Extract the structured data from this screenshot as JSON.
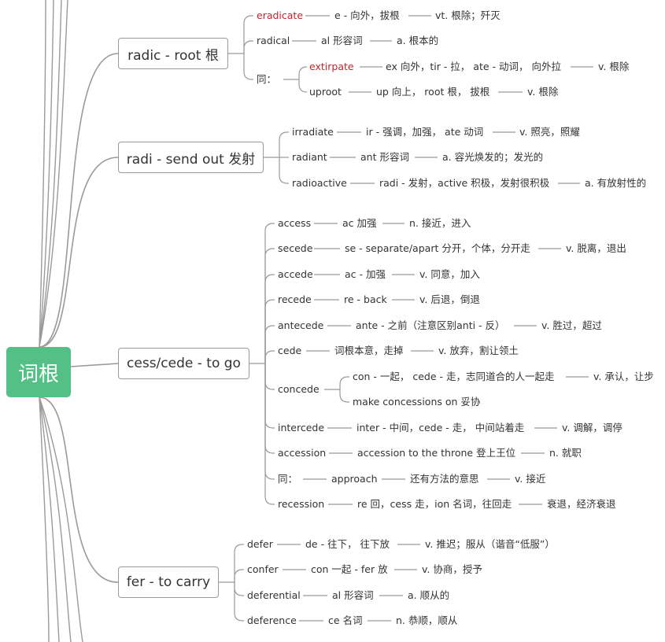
{
  "root": {
    "label": "词根"
  },
  "branches": [
    {
      "label": "radic - root 根",
      "items": [
        {
          "word": "eradicate",
          "highlight": true,
          "parts": [
            "e - 向外，拔根",
            "vt. 根除；歼灭"
          ]
        },
        {
          "word": "radical",
          "parts": [
            "al 形容词",
            "a. 根本的"
          ]
        },
        {
          "word": "同：",
          "children": [
            {
              "word": "extirpate",
              "highlight": true,
              "parts": [
                "ex 向外，tir - 拉， ate - 动词， 向外拉",
                "v. 根除"
              ]
            },
            {
              "word": "uproot",
              "parts": [
                "up 向上， root 根， 拔根",
                "v. 根除"
              ]
            }
          ]
        }
      ]
    },
    {
      "label": "radi - send out 发射",
      "items": [
        {
          "word": "irradiate",
          "parts": [
            "ir - 强调，加强， ate 动词",
            "v. 照亮，照耀"
          ]
        },
        {
          "word": "radiant",
          "parts": [
            "ant 形容词",
            "a. 容光焕发的；发光的"
          ]
        },
        {
          "word": "radioactive",
          "parts": [
            "radi - 发射，active 积极，发射很积极",
            "a. 有放射性的"
          ]
        }
      ]
    },
    {
      "label": "cess/cede - to go",
      "items": [
        {
          "word": "access",
          "parts": [
            "ac 加强",
            "n. 接近，进入"
          ]
        },
        {
          "word": "secede",
          "parts": [
            "se - separate/apart 分开，个体，分开走",
            "v. 脱离，退出"
          ]
        },
        {
          "word": "accede",
          "parts": [
            "ac - 加强",
            "v. 同意，加入"
          ]
        },
        {
          "word": "recede",
          "parts": [
            "re - back",
            "v. 后退，倒退"
          ]
        },
        {
          "word": "antecede",
          "parts": [
            "ante - 之前（注意区别anti - 反）",
            "v. 胜过，超过"
          ]
        },
        {
          "word": "cede",
          "parts": [
            "词根本意，走掉",
            "v. 放弃，割让领土"
          ]
        },
        {
          "word": "concede",
          "children": [
            {
              "text": "con - 一起， cede - 走，志同道合的人一起走",
              "tail": "v. 承认，让步"
            },
            {
              "text": "make concessions on 妥协"
            }
          ]
        },
        {
          "word": "intercede",
          "parts": [
            "inter - 中间，cede - 走， 中间站着走",
            "v. 调解，调停"
          ]
        },
        {
          "word": "accession",
          "parts": [
            "accession to the throne 登上王位",
            "n. 就职"
          ]
        },
        {
          "word": "同：",
          "parts": [
            "approach",
            "还有方法的意思",
            "v. 接近"
          ]
        },
        {
          "word": "recession",
          "parts": [
            "re 回，cess 走，ion 名词，往回走",
            "衰退，经济衰退"
          ]
        }
      ]
    },
    {
      "label": "fer - to carry",
      "items": [
        {
          "word": "defer",
          "parts": [
            "de - 往下， 往下放",
            "v. 推迟；服从（谐音“低服”）"
          ]
        },
        {
          "word": "confer",
          "parts": [
            "con 一起 - fer 放",
            "v. 协商，授予"
          ]
        },
        {
          "word": "deferential",
          "parts": [
            "al 形容词",
            "a. 顺从的"
          ]
        },
        {
          "word": "deference",
          "parts": [
            "ce 名词",
            "n. 恭顺，顺从"
          ]
        }
      ]
    }
  ],
  "colors": {
    "root": "#55c085",
    "line": "#9a9a9a",
    "text": "#333333",
    "highlight": "#c0262f"
  }
}
